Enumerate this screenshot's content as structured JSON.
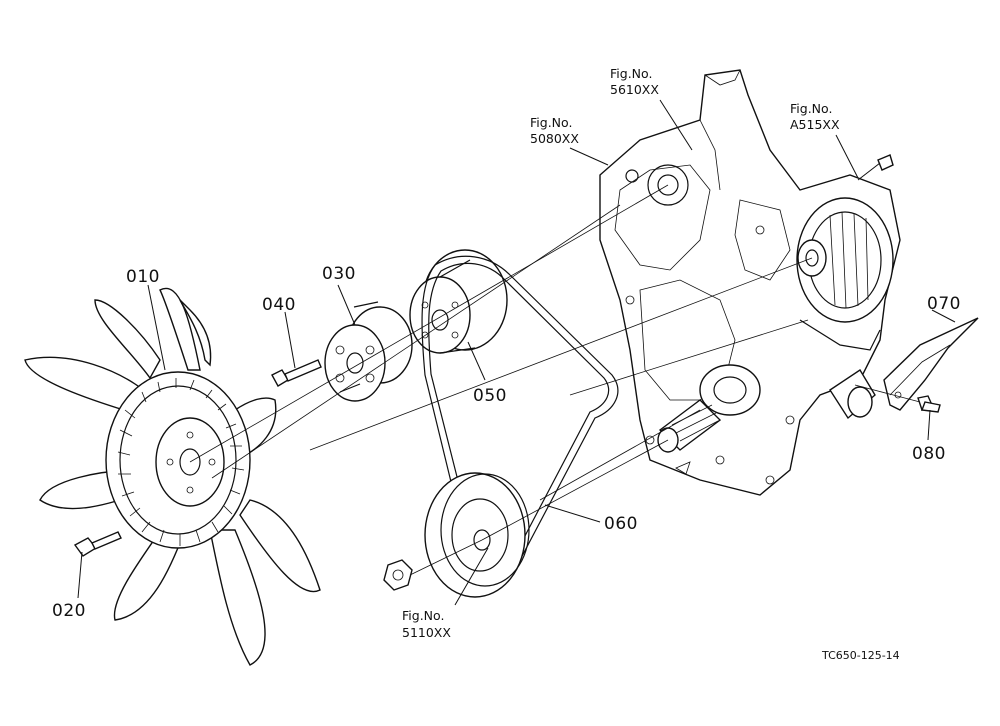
{
  "parts": {
    "p010": "010",
    "p020": "020",
    "p030": "030",
    "p040": "040",
    "p050": "050",
    "p060": "060",
    "p070": "070",
    "p080": "080"
  },
  "figure_refs": {
    "ref_5610": {
      "line1": "Fig.No.",
      "line2": "5610XX"
    },
    "ref_5080": {
      "line1": "Fig.No.",
      "line2": "5080XX"
    },
    "ref_a515": {
      "line1": "Fig.No.",
      "line2": "A515XX"
    },
    "ref_5110": {
      "line1": "Fig.No.",
      "line2": "5110XX"
    }
  },
  "drawing_code": "TC650-125-14"
}
